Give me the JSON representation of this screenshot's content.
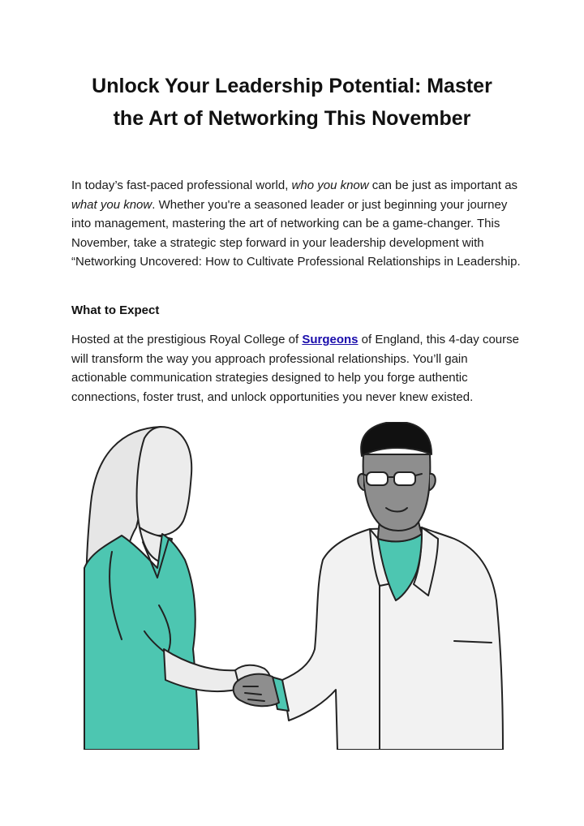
{
  "article": {
    "title_line1": "Unlock Your Leadership Potential: Master",
    "title_line2": "the Art of Networking This November",
    "intro": {
      "part1": "In today’s fast-paced professional world,",
      "em1": "who you know",
      "part2": "can be just as important as",
      "em2": "what you know",
      "part3": ". Whether you're a seasoned leader or just beginning your journey into management, mastering the art of networking can be a game-changer. This November, take a strategic step forward in your leadership development with “Networking Uncovered: How to Cultivate Professional Relationships in Leadership."
    },
    "section_heading": "What to Expect",
    "section_paragraph": {
      "before_link": "Hosted at the prestigious Royal College of ",
      "link_text": "Surgeons",
      "after_link": " of England, this 4-day course will transform the way you approach professional relationships. You’ll gain actionable communication strategies designed to help you forge authentic connections, foster trust, and unlock opportunities you never knew existed."
    }
  },
  "illustration": {
    "subject": "two healthcare professionals shaking hands",
    "colors": {
      "scrubs": "#4dc6b1",
      "coat": "#f2f2f2",
      "skin_left": "#ececec",
      "hair_left": "#e6e6e6",
      "skin_right": "#8e8e8e",
      "hair_right": "#111111",
      "outline": "#222222"
    }
  }
}
